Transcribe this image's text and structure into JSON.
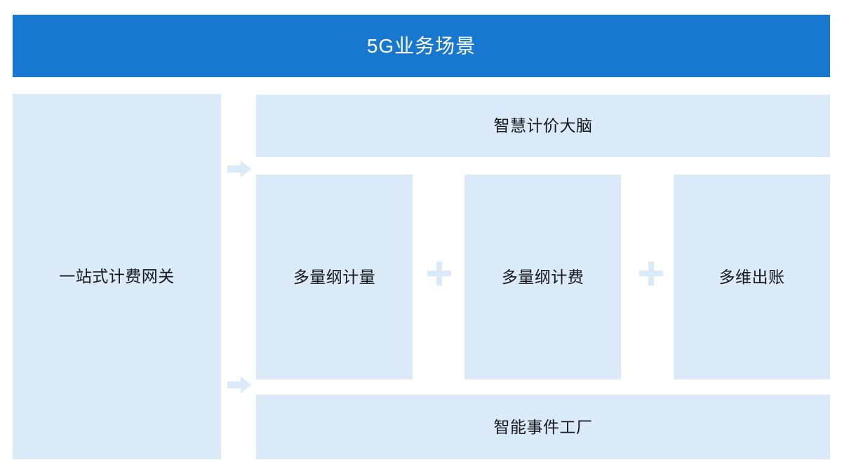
{
  "diagram": {
    "title": "5G业务场景",
    "accent_color": "#1878D0",
    "panel_color": "#DAEAF9",
    "text_color": "#17171C",
    "connector_color": "#DAEAF9"
  },
  "banner": {
    "label": "5G业务场景"
  },
  "gateway": {
    "label": "一站式计费网关"
  },
  "brain": {
    "label": "智慧计价大脑"
  },
  "capabilities": [
    {
      "label": "多量纲计量"
    },
    {
      "label": "多量纲计费"
    },
    {
      "label": "多维出账"
    }
  ],
  "connectors": {
    "plus_symbol": "plus-icon",
    "arrow_symbol": "arrow-right-icon",
    "plus_count": 2,
    "arrow_count": 2
  },
  "factory": {
    "label": "智能事件工厂"
  }
}
